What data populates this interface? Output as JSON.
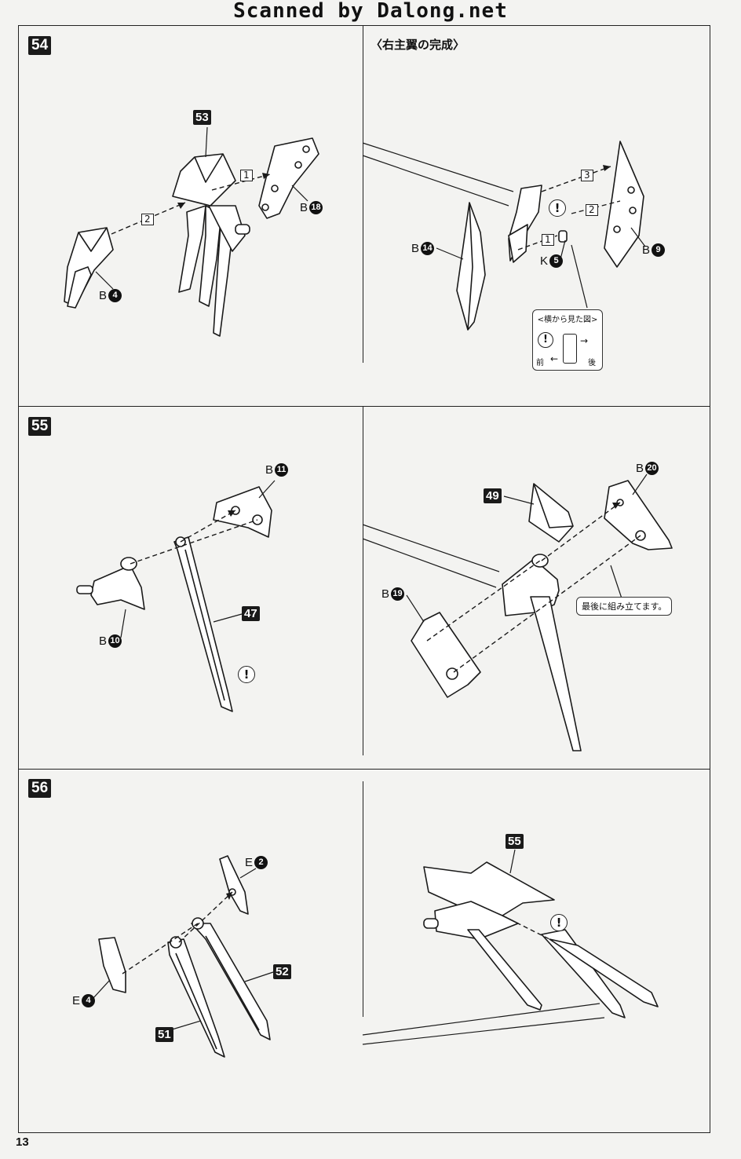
{
  "header": {
    "scanner_text": "Scanned by Dalong.net"
  },
  "page_number": "13",
  "steps": [
    {
      "number": "54",
      "subtitle": "〈右主翼の完成〉",
      "parts_left": [
        {
          "id": "53",
          "kind": "part-number"
        },
        {
          "letter": "B",
          "num": "18"
        },
        {
          "letter": "B",
          "num": "4"
        }
      ],
      "parts_right": [
        {
          "letter": "B",
          "num": "14"
        },
        {
          "letter": "K",
          "num": "5"
        },
        {
          "letter": "B",
          "num": "9"
        }
      ],
      "orders_left": [
        "1",
        "2"
      ],
      "orders_right": [
        "3",
        "2",
        "1"
      ],
      "side_view": {
        "title": "<横から見た図>",
        "front": "前",
        "back": "後"
      }
    },
    {
      "number": "55",
      "parts_left": [
        {
          "letter": "B",
          "num": "11"
        },
        {
          "letter": "B",
          "num": "10"
        },
        {
          "id": "47",
          "kind": "part-number"
        }
      ],
      "parts_right": [
        {
          "id": "49",
          "kind": "part-number"
        },
        {
          "letter": "B",
          "num": "20"
        },
        {
          "letter": "B",
          "num": "19"
        }
      ],
      "note": "最後に組み立てます。"
    },
    {
      "number": "56",
      "parts_left": [
        {
          "letter": "E",
          "num": "2"
        },
        {
          "letter": "E",
          "num": "4"
        },
        {
          "id": "52",
          "kind": "part-number"
        },
        {
          "id": "51",
          "kind": "part-number"
        }
      ],
      "parts_right": [
        {
          "id": "55",
          "kind": "part-number"
        }
      ]
    }
  ],
  "caution_symbol": "!"
}
